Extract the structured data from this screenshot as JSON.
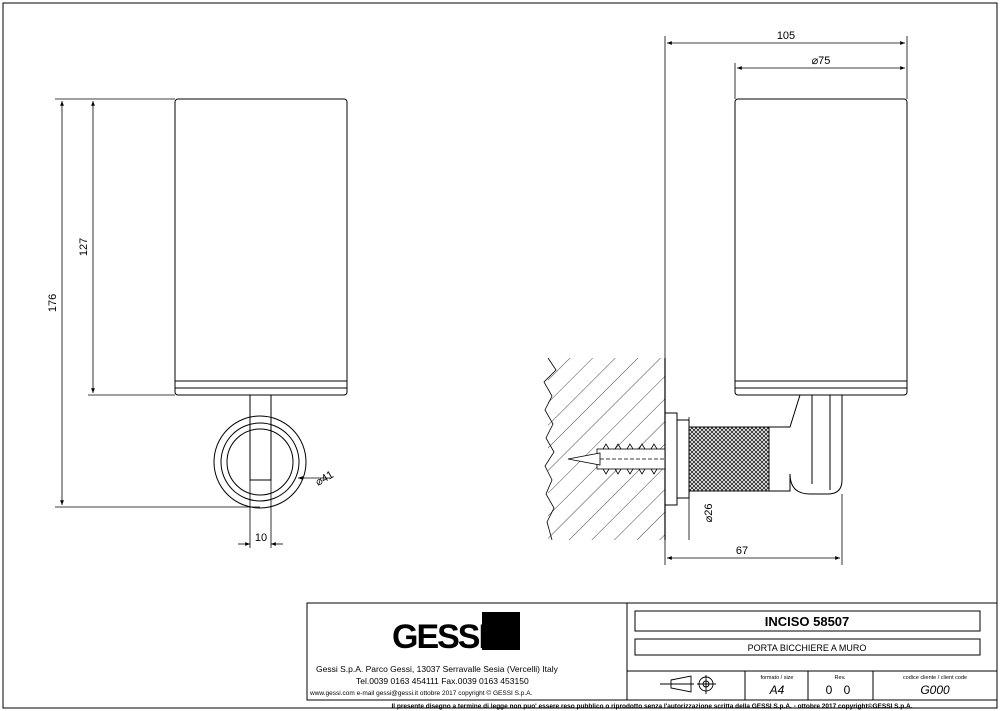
{
  "dimensions": {
    "total_height": "176",
    "cup_height": "127",
    "rosette_diameter": "⌀41",
    "stem_width": "10",
    "overall_depth": "105",
    "cup_diameter": "⌀75",
    "wall_base_diameter": "⌀26",
    "projection": "67"
  },
  "title_block": {
    "logo_text": "GESSI",
    "address_line": "Gessi S.p.A. Parco Gessi, 13037 Serravalle Sesia (Vercelli) Italy",
    "phone_line": "Tel.0039 0163 454111 Fax.0039 0163 453150",
    "web_line": "www.gessi.com e-mail gessi@gessi.it ottobre 2017 copyright © GESSI S.p.A.",
    "product_code": "INCISO 58507",
    "product_name": "PORTA BICCHIERE A MURO",
    "format_label": "formato / size",
    "format_value": "A4",
    "rev_label": "Rev.",
    "rev_value": "0 0",
    "client_code_label": "codice cliente / client code",
    "client_code_value": "G000",
    "legal_notice": "Il presente disegno a termine di legge non puo' essere reso pubblico o riprodotto senza l'autorizzazione scritta della GESSI S.p.A. - ottobre 2017 copyright©GESSI S.p.A."
  }
}
